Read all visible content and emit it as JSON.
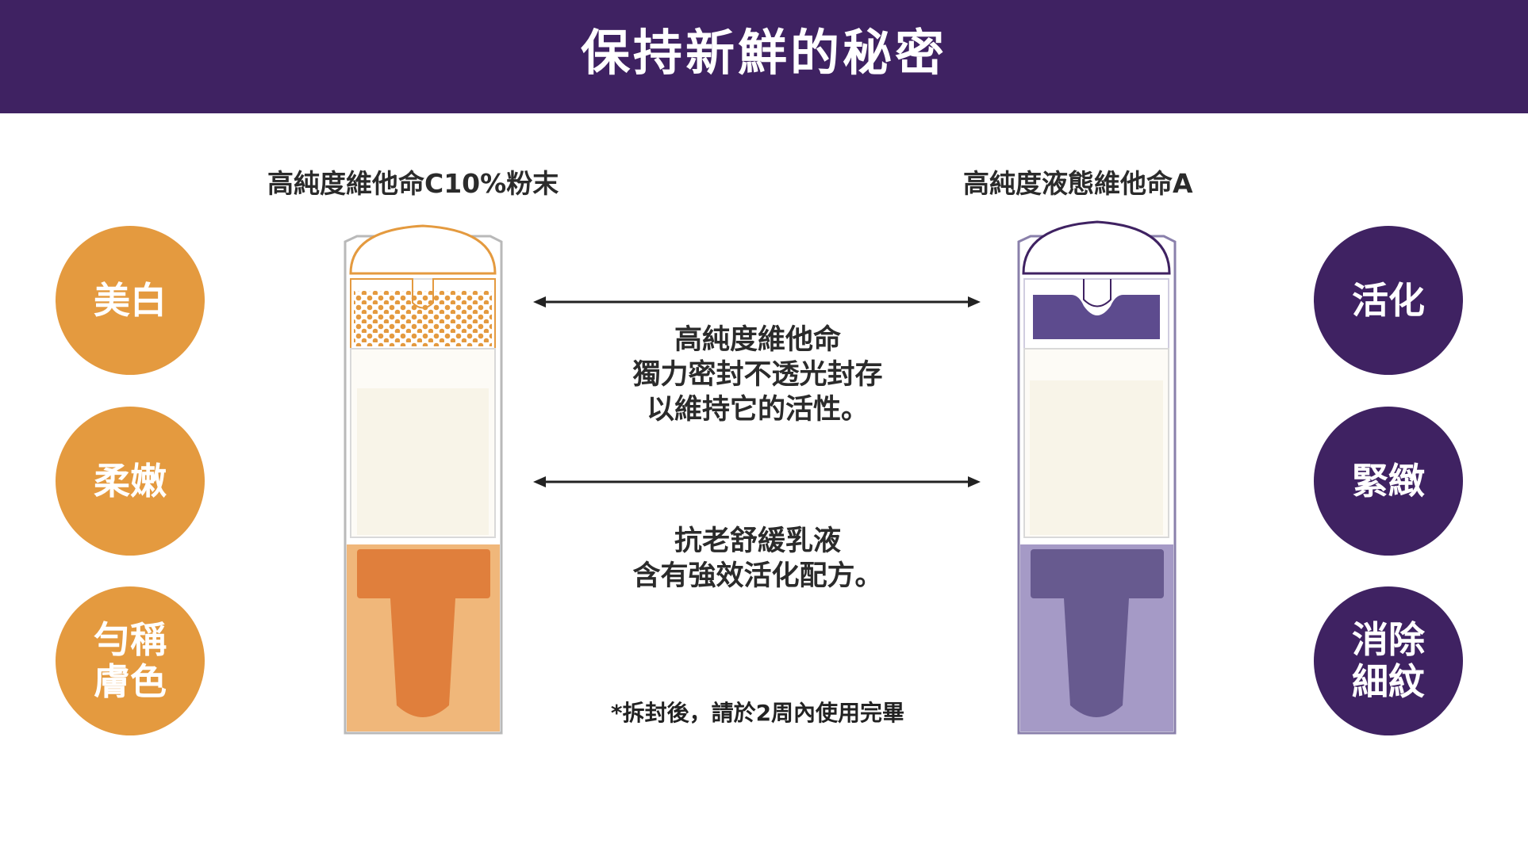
{
  "header": {
    "title": "保持新鮮的秘密"
  },
  "left_product": {
    "label": "高純度維他命C10%粉末",
    "accent_color": "#e49a3f",
    "benefits": [
      "美白",
      "柔嫩",
      "勻稱\n膚色"
    ]
  },
  "right_product": {
    "label": "高純度液態維他命A",
    "accent_color": "#3f2262",
    "benefits": [
      "活化",
      "緊緻",
      "消除\n細紋"
    ]
  },
  "center": {
    "top_text": "高純度維他命\n獨力密封不透光封存\n以維持它的活性。",
    "bottom_text": "抗老舒緩乳液\n含有強效活化配方。",
    "footnote": "*拆封後，請於2周內使用完畢"
  },
  "colors": {
    "banner": "#3f2262",
    "orange": "#e49a3f",
    "purple": "#3f2262",
    "cream": "#f8f4e8",
    "orange_light": "#f0b77a",
    "orange_dark": "#e07f3c",
    "purple_light": "#a59ac6",
    "purple_dark": "#675a8f"
  },
  "icons": [
    "double-arrow-icon",
    "powder-bottle-icon",
    "liquid-bottle-icon"
  ]
}
